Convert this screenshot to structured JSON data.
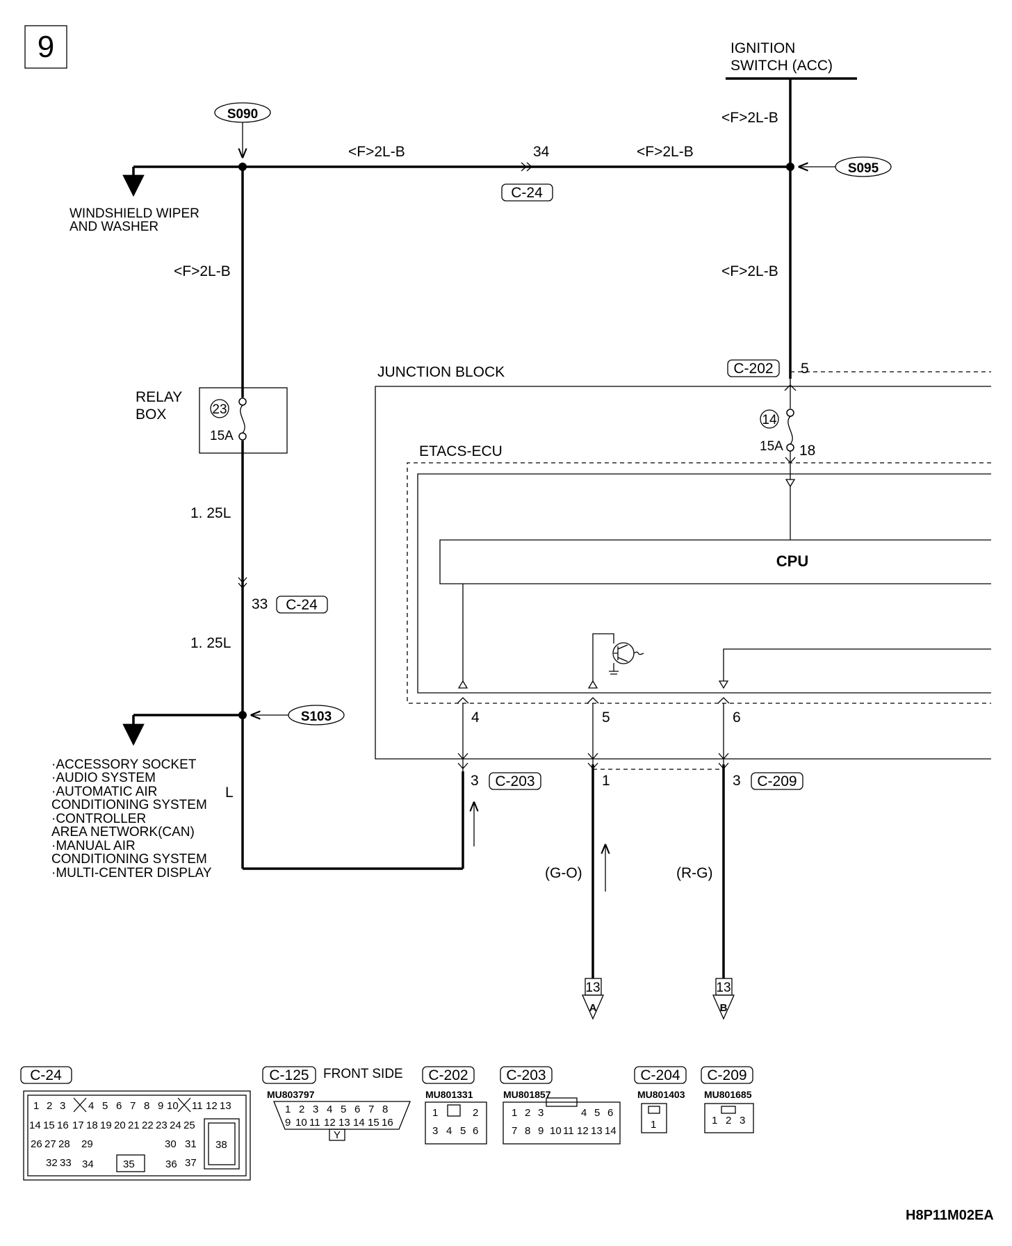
{
  "page": {
    "number": "9",
    "code": "H8P11M02EA"
  },
  "sources": {
    "ignition": [
      "IGNITION",
      "SWITCH (ACC)"
    ]
  },
  "splices": {
    "s090": "S090",
    "s095": "S095",
    "s103": "S103"
  },
  "wires": {
    "top_left": "<F>2L-B",
    "top_right": "<F>2L-B",
    "right_upper": "<F>2L-B",
    "right_lower": "<F>2L-B",
    "left_upper": "<F>2L-B",
    "relay_out_1": "1. 25L",
    "relay_out_2": "1. 25L",
    "l_label": "L",
    "go": "(G-O)",
    "rg": "(R-G)"
  },
  "connectors": {
    "c24": "C-24",
    "c202": "C-202",
    "c203": "C-203",
    "c209": "C-209"
  },
  "pins": {
    "top_34": "34",
    "c202_5": "5",
    "fuse_18": "18",
    "c24_33": "33",
    "ecu_4": "4",
    "ecu_5": "5",
    "ecu_6": "6",
    "c203_3": "3",
    "c209_1": "1",
    "c209_3": "3"
  },
  "destinations": {
    "wiper": [
      "WINDSHIELD WIPER",
      "AND WASHER"
    ],
    "accessory": [
      "·ACCESSORY SOCKET",
      "·AUDIO SYSTEM",
      "·AUTOMATIC AIR",
      " CONDITIONING SYSTEM",
      "·CONTROLLER",
      " AREA NETWORK(CAN)",
      "·MANUAL AIR",
      " CONDITIONING SYSTEM",
      "·MULTI-CENTER DISPLAY"
    ]
  },
  "relay_box": {
    "label": [
      "RELAY",
      "BOX"
    ],
    "fuse_no": "23",
    "rating": "15A"
  },
  "junction_block": {
    "label": "JUNCTION BLOCK",
    "fuse_no": "14",
    "rating": "15A"
  },
  "etacs": {
    "label": "ETACS-ECU",
    "cpu": "CPU"
  },
  "refs": {
    "a": {
      "page": "13",
      "letter": "A"
    },
    "b": {
      "page": "13",
      "letter": "B"
    }
  },
  "connector_views": [
    {
      "name": "C-24",
      "part": "",
      "note": "",
      "pins": [
        "1",
        "2",
        "3",
        "4",
        "5",
        "6",
        "7",
        "8",
        "9",
        "10",
        "11",
        "12",
        "13",
        "14",
        "15",
        "16",
        "17",
        "18",
        "19",
        "20",
        "21",
        "22",
        "23",
        "24",
        "25",
        "26",
        "27",
        "28",
        "29",
        "30",
        "31",
        "32",
        "33",
        "34",
        "35",
        "36",
        "37",
        "38"
      ]
    },
    {
      "name": "C-125",
      "part": "MU803797",
      "note": "FRONT SIDE",
      "pins": [
        "1",
        "2",
        "3",
        "4",
        "5",
        "6",
        "7",
        "8",
        "9",
        "10",
        "11",
        "12",
        "13",
        "14",
        "15",
        "16"
      ],
      "key": "Y"
    },
    {
      "name": "C-202",
      "part": "MU801331",
      "note": "",
      "pins": [
        "1",
        "2",
        "3",
        "4",
        "5",
        "6"
      ]
    },
    {
      "name": "C-203",
      "part": "MU801857",
      "note": "",
      "pins": [
        "1",
        "2",
        "3",
        "4",
        "5",
        "6",
        "7",
        "8",
        "9",
        "10",
        "11",
        "12",
        "13",
        "14"
      ]
    },
    {
      "name": "C-204",
      "part": "MU801403",
      "note": "",
      "pins": [
        "1"
      ]
    },
    {
      "name": "C-209",
      "part": "MU801685",
      "note": "",
      "pins": [
        "1",
        "2",
        "3"
      ]
    }
  ]
}
